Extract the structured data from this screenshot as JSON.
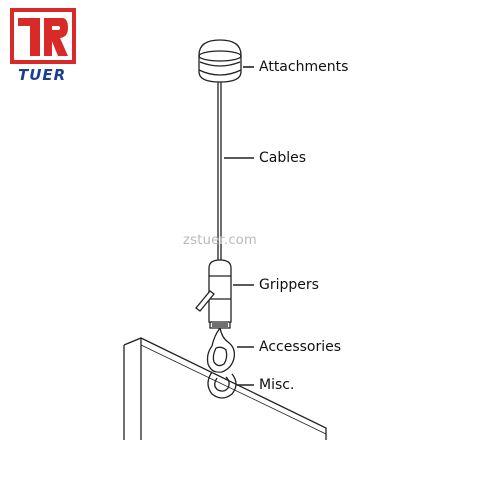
{
  "logo": {
    "wordmark": "TUER",
    "red": "#d92a2a",
    "blue": "#1d3f8f"
  },
  "watermark": "zstuer.com",
  "labels": {
    "attachments": "Attachments",
    "cables": "Cables",
    "grippers": "Grippers",
    "accessories": "Accessories",
    "misc": "Misc."
  },
  "colors": {
    "line": "#222222",
    "text": "#111111",
    "watermark": "#b9b9b9"
  }
}
